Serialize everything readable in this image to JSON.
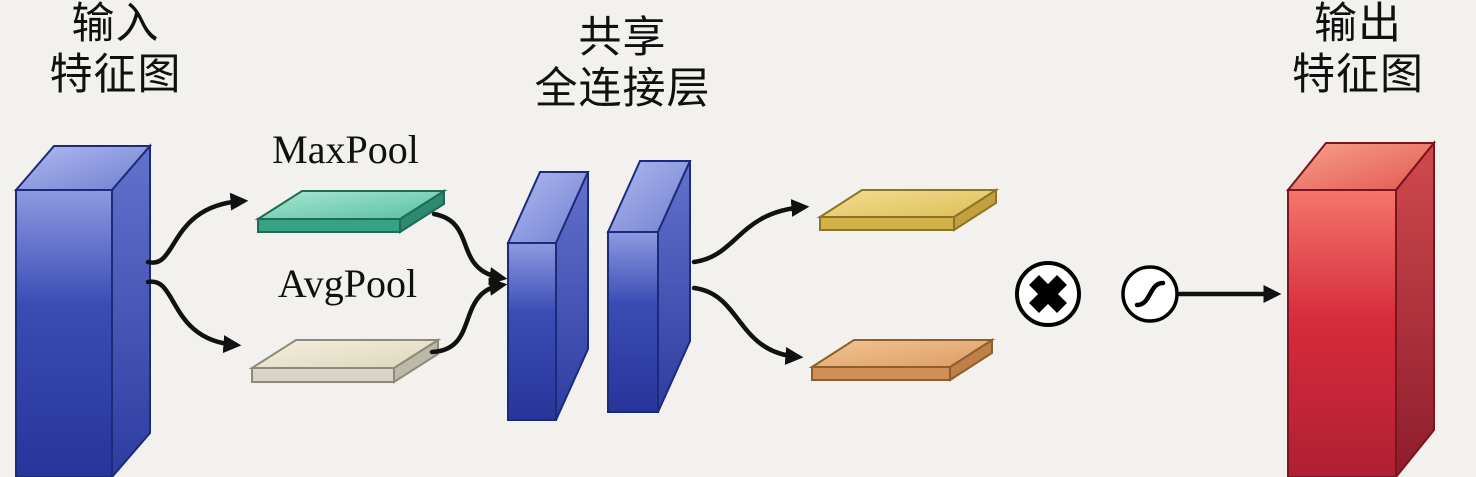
{
  "diagram": {
    "background_color": "#f2f1ee"
  },
  "labels": {
    "input_feature_map": "输入\n特征图",
    "maxpool": "MaxPool",
    "avgpool": "AvgPool",
    "shared_fc": "共享\n全连接层",
    "output_feature_map": "输出\n特征图"
  },
  "operators": {
    "multiply": {
      "icon": "multiply-icon",
      "symbol": "✖"
    },
    "sigmoid": {
      "icon": "sigmoid-icon",
      "symbol": "sigmoid-s-curve"
    }
  },
  "colors": {
    "input_slab": "#3a4cb4",
    "maxpool_plate": "#58c0a2",
    "avgpool_plate": "#e9e4d0",
    "shared_fc_slab": "#3a4cb4",
    "upper_output_plate": "#e8cf6e",
    "lower_output_plate": "#e5a86f",
    "output_slab": "#d62c3c",
    "arrows": "#111111"
  }
}
